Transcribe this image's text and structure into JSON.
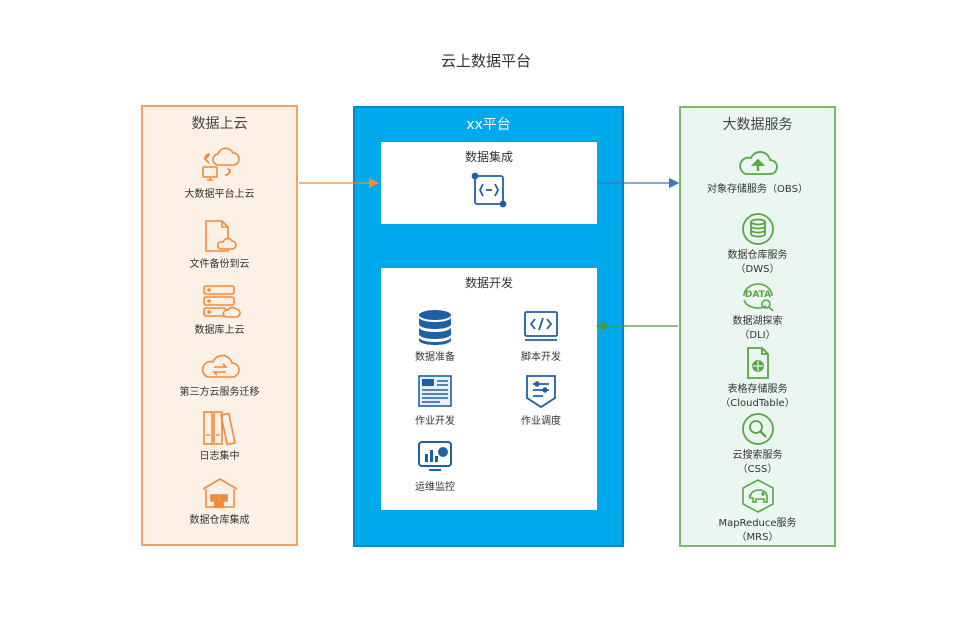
{
  "title": "云上数据平台",
  "left": {
    "title": "数据上云",
    "items": [
      {
        "label": "大数据平台上云",
        "icon": "cloud-migration-icon"
      },
      {
        "label": "文件备份到云",
        "icon": "file-backup-icon"
      },
      {
        "label": "数据库上云",
        "icon": "database-server-icon"
      },
      {
        "label": "第三方云服务迁移",
        "icon": "cloud-transfer-icon"
      },
      {
        "label": "日志集中",
        "icon": "binders-icon"
      },
      {
        "label": "数据仓库集成",
        "icon": "warehouse-icon"
      }
    ]
  },
  "middle": {
    "title": "xx平台",
    "integration": {
      "title": "数据集成",
      "icon": "integration-icon"
    },
    "development": {
      "title": "数据开发",
      "tiles": [
        {
          "label": "数据准备",
          "icon": "database-stack-icon"
        },
        {
          "label": "脚本开发",
          "icon": "code-icon"
        },
        {
          "label": "作业开发",
          "icon": "job-doc-icon"
        },
        {
          "label": "作业调度",
          "icon": "schedule-icon"
        },
        {
          "label": "运维监控",
          "icon": "monitor-chart-icon"
        }
      ]
    }
  },
  "right": {
    "title": "大数据服务",
    "items": [
      {
        "label": "对象存储服务（OBS）",
        "sub": "",
        "icon": "cloud-upload-icon"
      },
      {
        "label": "数据仓库服务",
        "sub": "（DWS）",
        "icon": "database-circle-icon"
      },
      {
        "label": "数据湖探索",
        "sub": "（DLI）",
        "icon": "data-search-icon",
        "icon_text": "DATA"
      },
      {
        "label": "表格存储服务",
        "sub": "（CloudTable）",
        "icon": "table-doc-icon"
      },
      {
        "label": "云搜索服务",
        "sub": "（CSS）",
        "icon": "search-circle-icon"
      },
      {
        "label": "MapReduce服务",
        "sub": "（MRS）",
        "icon": "elephant-hexagon-icon"
      }
    ]
  },
  "colors": {
    "orange": "#f08a3a",
    "blue_accent": "#00a8ec",
    "blue_icon": "#1f5fa8",
    "green": "#5aa646",
    "arrow_blue": "#3a78c3",
    "arrow_green": "#4a9a3c"
  }
}
